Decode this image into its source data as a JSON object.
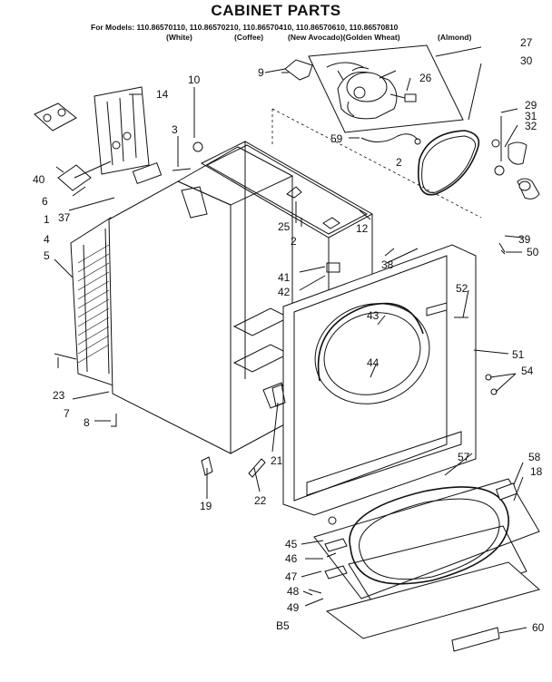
{
  "title": "CABINET PARTS",
  "models_line": "For Models: 110.86570110, 110.86570210, 110.86570410, 110.86570610, 110.86570810",
  "colors": [
    {
      "name": "(White)"
    },
    {
      "name": "(Coffee)"
    },
    {
      "name": "(New Avocado)(Golden Wheat)"
    },
    {
      "name": "(Almond)"
    }
  ],
  "labels": {
    "l1": "1",
    "l2a": "2",
    "l2b": "2",
    "l3": "3",
    "l4": "4",
    "l5": "5",
    "l6": "6",
    "l7": "7",
    "l8": "8",
    "l9": "9",
    "l10": "10",
    "l12": "12",
    "l14": "14",
    "l18": "18",
    "l19": "19",
    "l21": "21",
    "l22": "22",
    "l23": "23",
    "l25": "25",
    "l26": "26",
    "l27": "27",
    "l29": "29",
    "l30": "30",
    "l31": "31",
    "l32": "32",
    "l37": "37",
    "l38": "38",
    "l39": "39",
    "l40": "40",
    "l41": "41",
    "l42": "42",
    "l43": "43",
    "l44": "44",
    "l45": "45",
    "l46": "46",
    "l47": "47",
    "l48": "48",
    "l49": "49",
    "l50": "50",
    "l51": "51",
    "l52": "52",
    "l54": "54",
    "l57": "57",
    "l58": "58",
    "l59": "59",
    "l60": "60",
    "lb5": "B5",
    "l2c": "2"
  }
}
